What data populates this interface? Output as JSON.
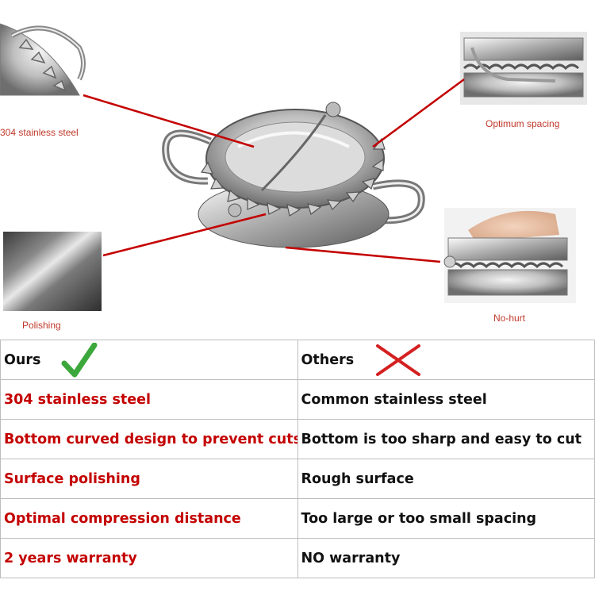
{
  "callouts": {
    "steel": "304 stainless steel",
    "spacing": "Optimum spacing",
    "polishing": "Polishing",
    "nohurt": "No-hurt"
  },
  "table": {
    "header": {
      "ours": "Ours",
      "others": "Others"
    },
    "rows": [
      {
        "ours": "304 stainless steel",
        "others": "Common stainless steel"
      },
      {
        "ours": "Bottom curved design to prevent cuts",
        "others": "Bottom is too sharp and easy to cut"
      },
      {
        "ours": "Surface polishing",
        "others": "Rough surface"
      },
      {
        "ours": "Optimal compression distance",
        "others": "Too large or too small spacing"
      },
      {
        "ours": "2 years warranty",
        "others": "NO warranty"
      }
    ]
  },
  "colors": {
    "accent_red": "#c40000",
    "check_green": "#3ca83c",
    "cross_red": "#d42020"
  },
  "icons": {
    "ours_mark": "checkmark-icon",
    "others_mark": "cross-icon"
  }
}
